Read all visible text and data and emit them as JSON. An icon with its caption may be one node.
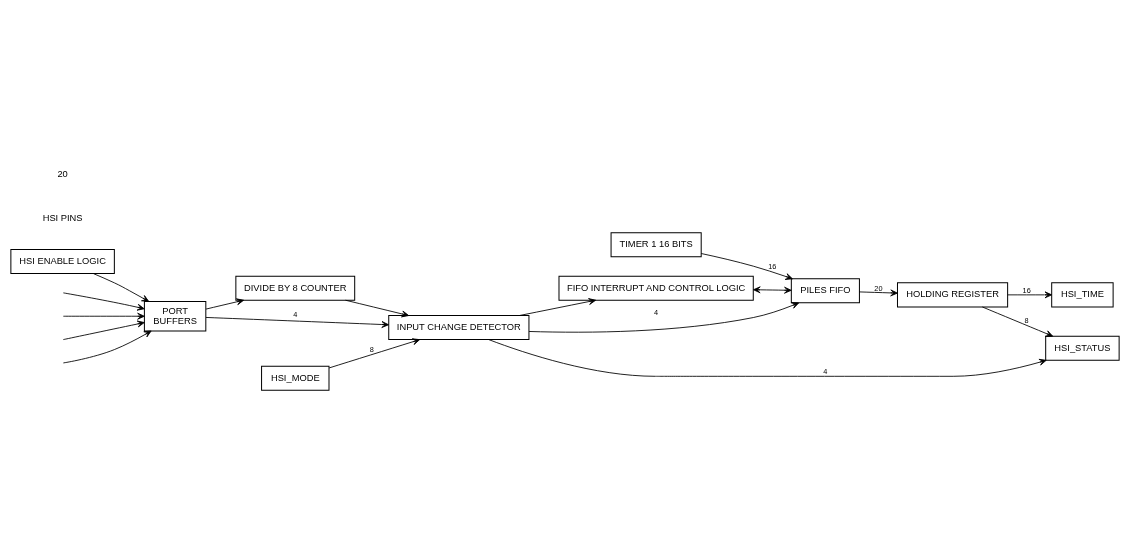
{
  "diagram": {
    "nodes": [
      {
        "text": [
          "HSI ENABLE LOGIC"
        ]
      },
      {
        "text": [
          "FIFO INTERRUPT AND CONTROL LOGIC"
        ]
      },
      {
        "text": [
          "TIMER 1 16 BITS"
        ]
      },
      {
        "text": [
          "PORT",
          "BUFFERS"
        ]
      },
      {
        "text": [
          "DIVIDE BY 8 COUNTER"
        ]
      },
      {
        "text": [
          "INPUT CHANGE DETECTOR"
        ]
      },
      {
        "text": [
          "PILES FIFO"
        ]
      },
      {
        "text": [
          "HOLDING REGISTER"
        ]
      },
      {
        "text": [
          "HSI_MODE"
        ]
      },
      {
        "text": [
          "HSI_STATUS"
        ]
      },
      {
        "text": [
          "HSI_TIME"
        ]
      }
    ],
    "edges": [
      {
        "from": null,
        "to": 3,
        "arrow": "to"
      },
      {
        "from": null,
        "to": 3,
        "arrow": "to"
      },
      {
        "from": null,
        "to": 3,
        "arrow": "to"
      },
      {
        "from": null,
        "to": 3,
        "arrow": "to"
      },
      {
        "from": 0,
        "to": 3,
        "arrow": "to"
      },
      {
        "from": 3,
        "to": 4,
        "arrow": "to"
      },
      {
        "from": 3,
        "to": 5,
        "arrow": "to",
        "label": "4"
      },
      {
        "from": 4,
        "to": 5,
        "arrow": "to"
      },
      {
        "from": 5,
        "to": 1,
        "arrow": "to"
      },
      {
        "from": 1,
        "to": 6,
        "arrow": "both"
      },
      {
        "from": 2,
        "to": 6,
        "arrow": "to",
        "label": "16"
      },
      {
        "from": 5,
        "to": 6,
        "arrow": "to",
        "label": "4"
      },
      {
        "from": 6,
        "to": 7,
        "arrow": "to",
        "label": "20"
      },
      {
        "from": 7,
        "to": 10,
        "arrow": "to",
        "label": "16"
      },
      {
        "from": 7,
        "to": 9,
        "arrow": "to",
        "label": "8"
      },
      {
        "from": 5,
        "to": 9,
        "arrow": "to",
        "label": "4"
      },
      {
        "from": 8,
        "to": 5,
        "arrow": "to",
        "label": "8"
      }
    ],
    "labels": [
      "HSI PINS",
      "20"
    ]
  }
}
